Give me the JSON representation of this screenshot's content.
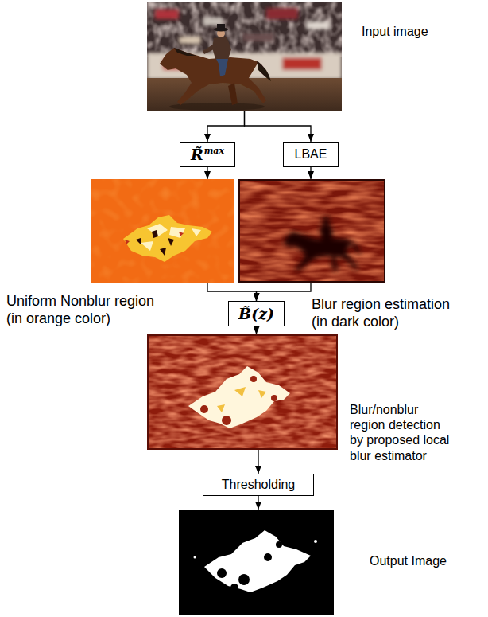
{
  "diagram": {
    "nodes": [
      {
        "text": [
          "Input image"
        ]
      },
      {
        "text": [
          "R̃",
          "max"
        ]
      },
      {
        "text": [
          "LBAE"
        ]
      },
      {
        "text": [
          "Uniform Nonblur region (in orange color)"
        ]
      },
      {
        "text": [
          "Blur region estimation (in dark color)"
        ]
      },
      {
        "text": [
          "B̃(z)"
        ]
      },
      {
        "text": [
          "Blur/nonblur region detection by proposed local blur estimator"
        ]
      },
      {
        "text": [
          "Thresholding"
        ]
      },
      {
        "text": [
          "Output Image"
        ]
      }
    ],
    "edges": [
      {
        "from": 0,
        "to": 1,
        "arrow": "to"
      },
      {
        "from": 0,
        "to": 2,
        "arrow": "to"
      },
      {
        "from": 1,
        "to": 3,
        "arrow": "to"
      },
      {
        "from": 2,
        "to": 4,
        "arrow": "to"
      },
      {
        "from": 3,
        "to": 5,
        "arrow": "to"
      },
      {
        "from": 4,
        "to": 5,
        "arrow": "to"
      },
      {
        "from": 5,
        "to": 6,
        "arrow": "to"
      },
      {
        "from": 6,
        "to": 7,
        "arrow": "to"
      },
      {
        "from": 7,
        "to": 8,
        "arrow": "to"
      }
    ]
  }
}
